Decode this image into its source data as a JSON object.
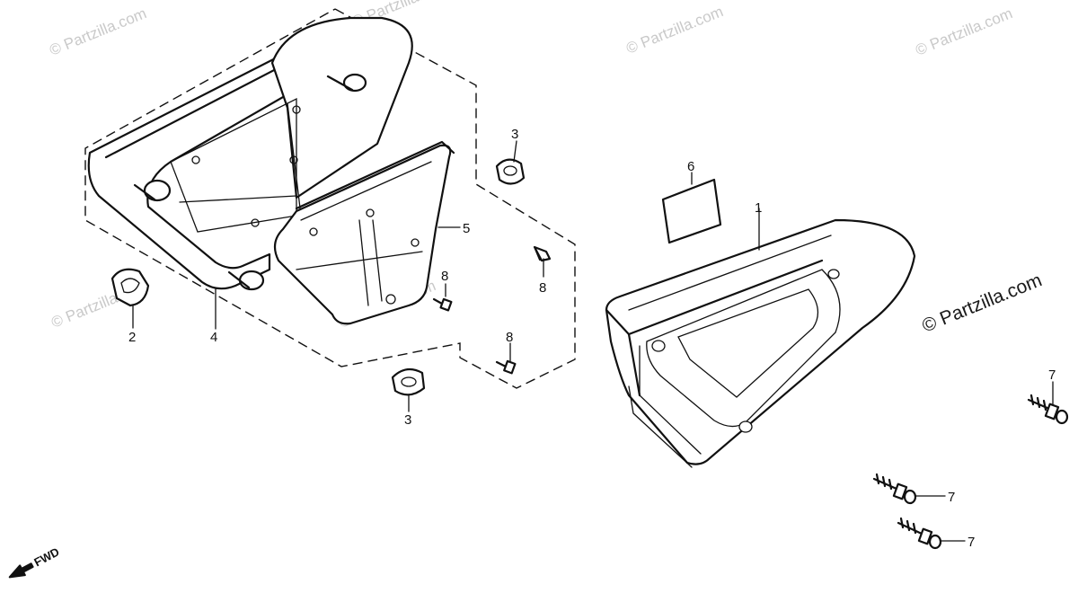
{
  "watermark": {
    "text": "© Partzilla.com",
    "prominent_text": "© Partzilla.com"
  },
  "callouts": {
    "c1": "1",
    "c2": "2",
    "c3a": "3",
    "c3b": "3",
    "c4": "4",
    "c5": "5",
    "c6": "6",
    "c7a": "7",
    "c7b": "7",
    "c7c": "7",
    "c8a": "8",
    "c8b": "8",
    "c8c": "8"
  },
  "direction": {
    "label": "FWD"
  },
  "colors": {
    "line": "#111111",
    "watermark": "#c9c9c9"
  }
}
